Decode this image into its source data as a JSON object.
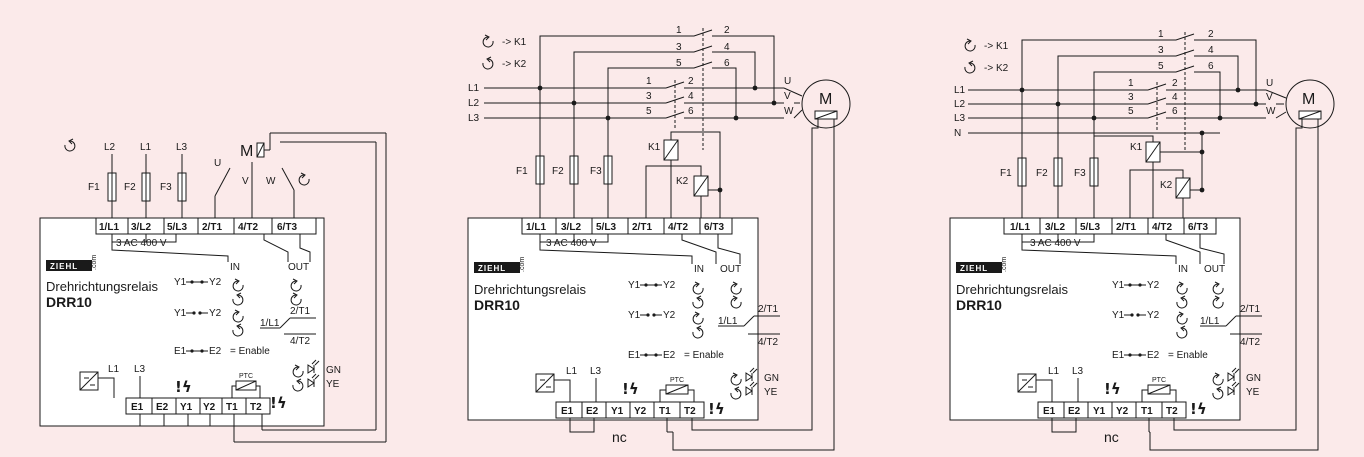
{
  "colors": {
    "background": "#fbeaea",
    "line": "#1a1a1a"
  },
  "device": {
    "brand": "ZIEHL",
    "brand_sub": ".com",
    "product": "Drehrichtungsrelais",
    "model": "DRR10",
    "supply": "3 AC 400 V",
    "in_label": "IN",
    "out_label": "OUT",
    "y1": "Y1",
    "y2": "Y2",
    "e1": "E1",
    "e2": "E2",
    "enable": "= Enable",
    "out_top": "2/T1",
    "out_common": "1/L1",
    "out_bottom": "4/T2",
    "ptc": "PTC",
    "gn": "GN",
    "ye": "YE",
    "nc": "nc",
    "warning_mark": "!ϟ",
    "top_terminals": [
      "1/L1",
      "3/L2",
      "5/L3",
      "2/T1",
      "4/T2",
      "6/T3"
    ],
    "bottom_terminals": [
      "E1",
      "E2",
      "Y1",
      "Y2",
      "T1",
      "T2"
    ]
  },
  "diagram1": {
    "phases": [
      "L2",
      "L1",
      "L3"
    ],
    "fuses": [
      "F1",
      "F2",
      "F3"
    ],
    "motor": "M",
    "windings": [
      "U",
      "V",
      "W"
    ],
    "l1": "L1",
    "l3": "L3"
  },
  "diagram2": {
    "lines": [
      "L1",
      "L2",
      "L3"
    ],
    "fuses": [
      "F1",
      "F2",
      "F3"
    ],
    "k1_label": "-> K1",
    "k2_label": "-> K2",
    "contactors": [
      "K1",
      "K2"
    ],
    "contacts_top": [
      "1",
      "3",
      "5"
    ],
    "contacts_top_right": [
      "2",
      "4",
      "6"
    ],
    "contacts_mid": [
      "1",
      "3",
      "5"
    ],
    "contacts_mid_right": [
      "2",
      "4",
      "6"
    ],
    "windings": [
      "U",
      "V",
      "W"
    ],
    "motor": "M",
    "l1": "L1",
    "l3": "L3"
  },
  "diagram3": {
    "lines": [
      "L1",
      "L2",
      "L3",
      "N"
    ],
    "fuses": [
      "F1",
      "F2",
      "F3"
    ],
    "k1_label": "-> K1",
    "k2_label": "-> K2",
    "contactors": [
      "K1",
      "K2"
    ],
    "contacts_top": [
      "1",
      "3",
      "5"
    ],
    "contacts_top_right": [
      "2",
      "4",
      "6"
    ],
    "contacts_mid": [
      "1",
      "3",
      "5"
    ],
    "contacts_mid_right": [
      "2",
      "4",
      "6"
    ],
    "windings": [
      "U",
      "V",
      "W"
    ],
    "motor": "M",
    "l1": "L1",
    "l3": "L3"
  }
}
